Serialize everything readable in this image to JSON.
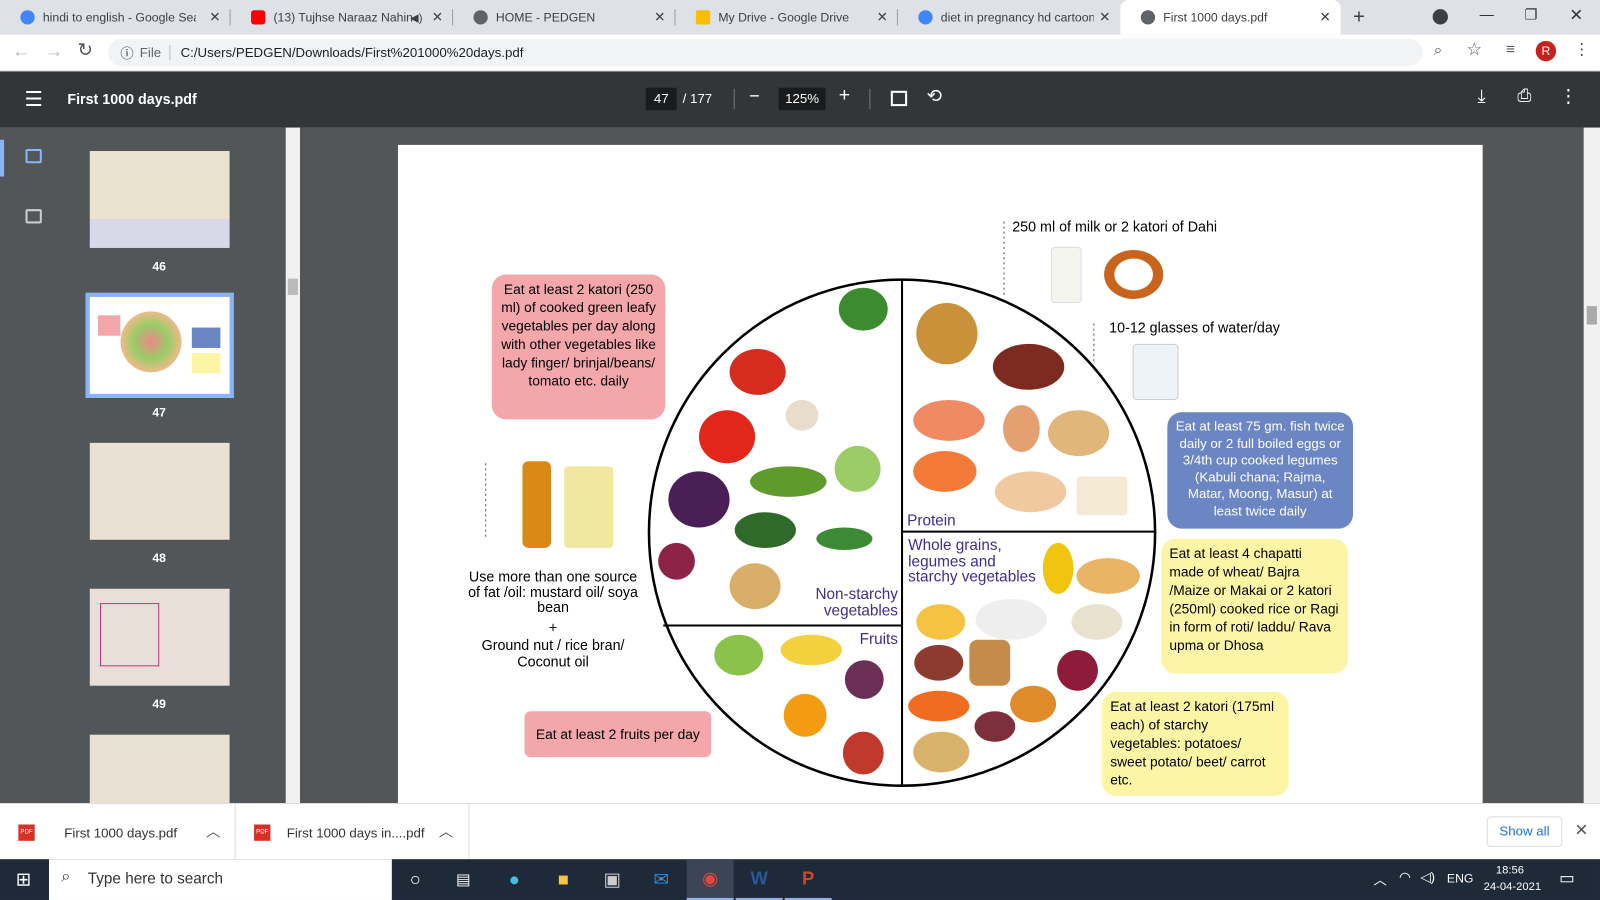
{
  "browser": {
    "tabs": [
      {
        "label": "hindi to english - Google Sear",
        "icon": "google-icon",
        "color": "#4285f4"
      },
      {
        "label": "(13) Tujhse Naraaz Nahin",
        "icon": "youtube-icon",
        "color": "#ff0000"
      },
      {
        "label": "HOME - PEDGEN",
        "icon": "globe-icon",
        "color": "#5f6368"
      },
      {
        "label": "My Drive - Google Drive",
        "icon": "drive-icon",
        "color": "#fbbc04"
      },
      {
        "label": "diet in pregnancy hd cartoon",
        "icon": "google-icon",
        "color": "#4285f4"
      },
      {
        "label": "First 1000 days.pdf",
        "icon": "globe-icon",
        "color": "#5f6368"
      }
    ],
    "address_prefix": "File",
    "url": "C:/Users/PEDGEN/Downloads/First%201000%20days.pdf",
    "profile_initial": "R"
  },
  "viewer": {
    "title": "First 1000 days.pdf",
    "page": "47",
    "total": "/ 177",
    "zoom": "125%"
  },
  "thumbnails": [
    {
      "num": "46"
    },
    {
      "num": "47",
      "selected": true
    },
    {
      "num": "48"
    },
    {
      "num": "49"
    }
  ],
  "plate": {
    "milk": "250 ml of milk or 2 katori of Dahi",
    "water": "10-12 glasses of water/day",
    "greens": "Eat at least 2 katori (250 ml) of cooked green leafy vegetables per day along with other vegetables like lady finger/ brinjal/beans/ tomato etc. daily",
    "protein_note": "Eat at least 75 gm. fish twice daily or 2 full boiled eggs or 3/4th cup cooked legumes (Kabuli chana; Rajma, Matar, Moong, Masur) at least twice daily",
    "grains_note": "Eat at least 4 chapatti made of wheat/ Bajra /Maize or Makai or 2 katori (250ml) cooked rice or Ragi in form of roti/ laddu/ Rava upma or Dhosa",
    "starchy_note": "Eat at least 2 katori (175ml each) of starchy vegetables: potatoes/ sweet potato/ beet/ carrot etc.",
    "fruits_note": "Eat at least 2 fruits per day",
    "oil1": "Use more than one source of fat /oil: mustard oil/ soya bean",
    "plus": "+",
    "oil2": "Ground nut / rice bran/ Coconut oil",
    "label_protein": "Protein",
    "label_grains": "Whole grains, legumes and starchy vegetables",
    "label_nonstarchy": "Non-starchy vegetables",
    "label_fruits": "Fruits",
    "colors": {
      "pink": "#f4a7aa",
      "blue": "#6b86c3",
      "yellow": "#fdf5a6",
      "label": "#3b2f8f"
    }
  },
  "downloads": {
    "items": [
      "First 1000 days.pdf",
      "First 1000 days in....pdf"
    ],
    "show_all": "Show all"
  },
  "taskbar": {
    "search": "Type here to search",
    "lang": "ENG",
    "time": "18:56",
    "date": "24-04-2021"
  }
}
